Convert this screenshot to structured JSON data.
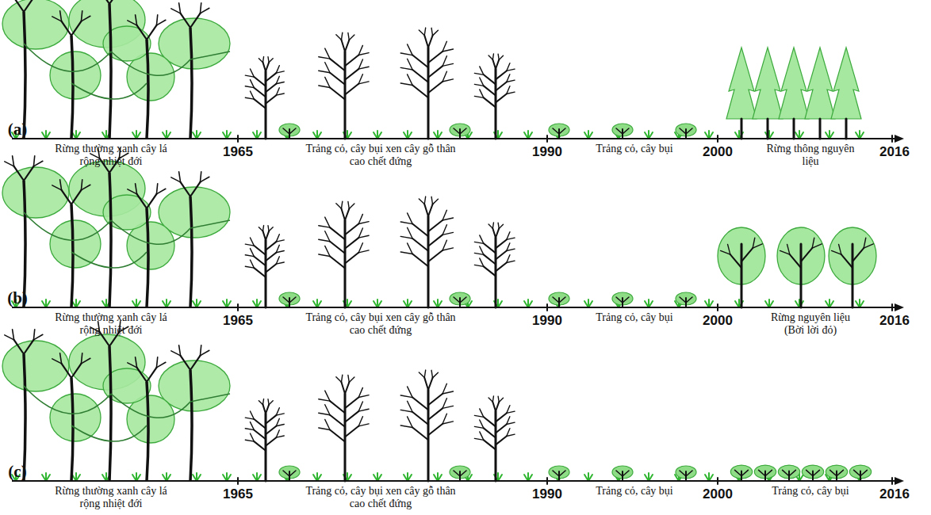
{
  "diagram": {
    "labels": [
      "(a)",
      "Rừng thường xanh cây lá rộng nhiệt đới",
      "1965",
      "Trảng cỏ, cây bụi xen cây gỗ thân cao chết đứng",
      "1990",
      "Trảng cỏ, cây bụi",
      "2000",
      "Rừng thông nguyên liệu",
      "2016",
      "(b)",
      "Rừng thường xanh cây lá rộng nhiệt đới",
      "1965",
      "Trảng cỏ, cây bụi xen cây gỗ thân cao chết đứng",
      "1990",
      "Trảng cỏ, cây bụi",
      "2000",
      "Rừng nguyên liệu (Bời lời đỏ)",
      "2016",
      "(c)",
      "Rừng thường xanh cây lá rộng nhiệt đới",
      "1965",
      "Trảng cỏ, cây bụi xen cây gỗ thân cao chết đứng",
      "1990",
      "Trảng cỏ, cây bụi",
      "2000",
      "Trảng cỏ, cây bụi",
      "2016"
    ]
  }
}
